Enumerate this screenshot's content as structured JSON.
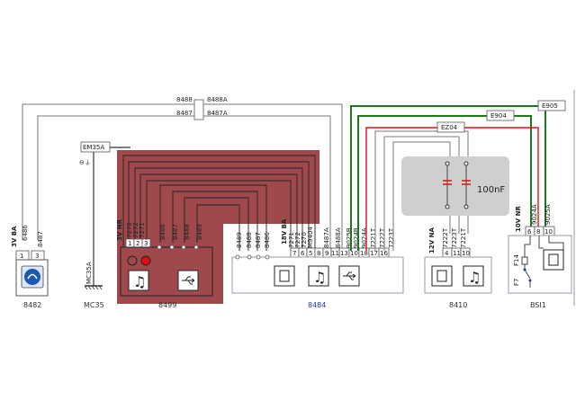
{
  "components": {
    "c8482": {
      "label": "8482",
      "pins": [
        "1",
        "3"
      ],
      "wires": [
        "6486",
        "8487"
      ],
      "color": "3V BA"
    },
    "mc35": {
      "label": "MC35",
      "wire": "MC35A",
      "connector": "EM35A"
    },
    "c8499": {
      "label": "8499",
      "color": "3V NR",
      "pins": [
        "1",
        "2",
        "3"
      ],
      "wires": [
        "7270",
        "7272",
        "7271"
      ],
      "bus": [
        "8486",
        "8487",
        "8488",
        "8489"
      ]
    },
    "c8484": {
      "label": "8484",
      "color": "18V BA",
      "pins": [
        "7",
        "6",
        "5",
        "8",
        "9",
        "11",
        "13",
        "10",
        "18",
        "17",
        "16"
      ],
      "wires": [
        "7271",
        "7272",
        "7270",
        "M9404",
        "8487A",
        "8488A",
        "9025B",
        "9024B",
        "9024A",
        "7221T",
        "7222T",
        "7223T"
      ],
      "bus": [
        "8489",
        "8488",
        "8487",
        "8486"
      ]
    },
    "c8410": {
      "label": "8410",
      "color": "12V NA",
      "pins": [
        "4",
        "11",
        "10"
      ],
      "wires": [
        "7222T",
        "7223T",
        "7221T"
      ],
      "capacitor": "100nF"
    },
    "bsi1": {
      "label": "BSI1",
      "color": "10V NR",
      "pins": [
        "6",
        "8",
        "10"
      ],
      "wires": [
        "9024A",
        "9025A"
      ],
      "fuses": [
        "F14",
        "F7"
      ]
    }
  },
  "top_wires": {
    "a": "8488",
    "b": "8487",
    "c": "8488A",
    "d": "8487A"
  },
  "connectors": {
    "e905": "E905",
    "e904": "E904",
    "ez04": "EZ04"
  },
  "ground_symbol": "⊖⏚",
  "colors": {
    "shielded_fill": "#a0494d",
    "green_wire": "#1a7a1a",
    "red_wire": "#d11111",
    "label_blue": "#1d3ab5",
    "capacitor_fill": "#cfcfcf"
  }
}
